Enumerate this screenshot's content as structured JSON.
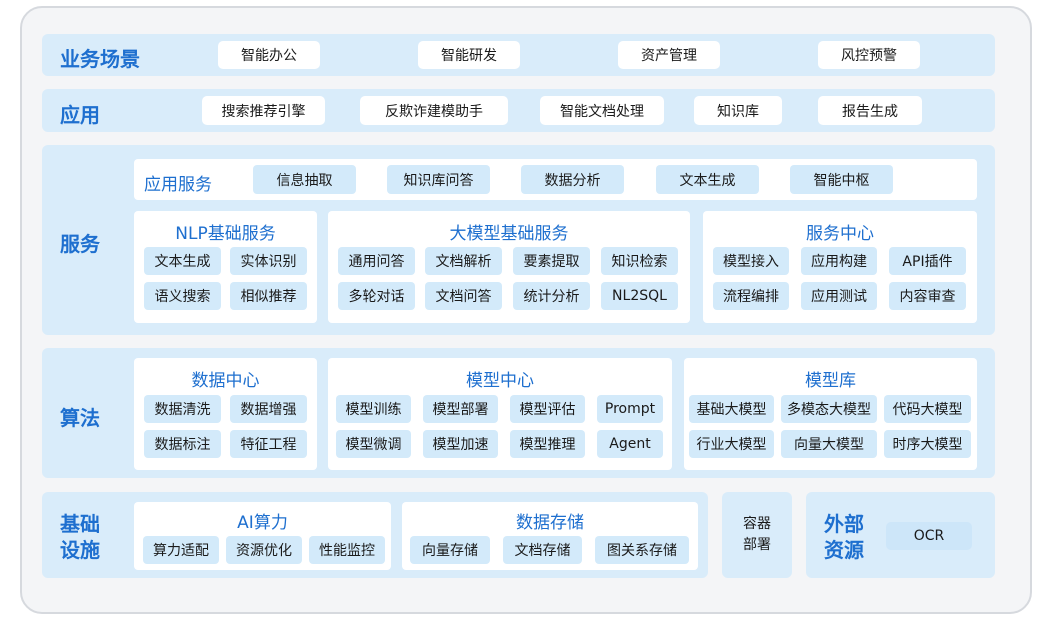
{
  "scenarios": {
    "title": "业务场景",
    "items": [
      "智能办公",
      "智能研发",
      "资产管理",
      "风控预警"
    ]
  },
  "applications": {
    "title": "应用",
    "items": [
      "搜索推荐引擎",
      "反欺诈建模助手",
      "智能文档处理",
      "知识库",
      "报告生成"
    ]
  },
  "services": {
    "title": "服务",
    "app_service": {
      "label": "应用服务",
      "items": [
        "信息抽取",
        "知识库问答",
        "数据分析",
        "文本生成",
        "智能中枢"
      ]
    },
    "nlp": {
      "title": "NLP基础服务",
      "items": [
        "文本生成",
        "实体识别",
        "语义搜索",
        "相似推荐"
      ]
    },
    "llm": {
      "title": "大模型基础服务",
      "items": [
        "通用问答",
        "文档解析",
        "要素提取",
        "知识检索",
        "多轮对话",
        "文档问答",
        "统计分析",
        "NL2SQL"
      ]
    },
    "center": {
      "title": "服务中心",
      "items": [
        "模型接入",
        "应用构建",
        "API插件",
        "流程编排",
        "应用测试",
        "内容审查"
      ]
    }
  },
  "algorithms": {
    "title": "算法",
    "data_center": {
      "title": "数据中心",
      "items": [
        "数据清洗",
        "数据增强",
        "数据标注",
        "特征工程"
      ]
    },
    "model_center": {
      "title": "模型中心",
      "items": [
        "模型训练",
        "模型部署",
        "模型评估",
        "Prompt",
        "模型微调",
        "模型加速",
        "模型推理",
        "Agent"
      ]
    },
    "model_lib": {
      "title": "模型库",
      "items": [
        "基础大模型",
        "多模态大模型",
        "代码大模型",
        "行业大模型",
        "向量大模型",
        "时序大模型"
      ]
    }
  },
  "infra": {
    "title_line1": "基础",
    "title_line2": "设施",
    "compute": {
      "title": "AI算力",
      "items": [
        "算力适配",
        "资源优化",
        "性能监控"
      ]
    },
    "storage": {
      "title": "数据存储",
      "items": [
        "向量存储",
        "文档存储",
        "图关系存储"
      ]
    },
    "container": {
      "line1": "容器",
      "line2": "部署"
    }
  },
  "external": {
    "title_line1": "外部",
    "title_line2": "资源",
    "items": [
      "OCR"
    ]
  }
}
